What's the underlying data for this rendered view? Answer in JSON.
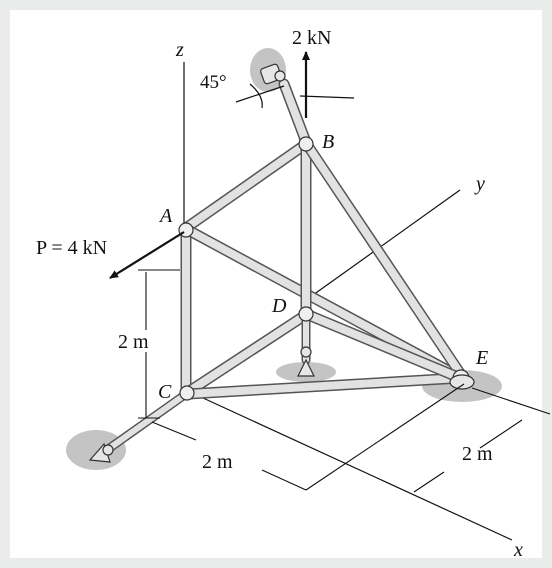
{
  "figure": {
    "labels": {
      "z": "z",
      "y": "y",
      "x": "x",
      "A": "A",
      "B": "B",
      "C": "C",
      "D": "D",
      "E": "E",
      "P_label": "P = 4 kN",
      "force_B": "2 kN",
      "angle": "45°",
      "dim_vertical": "2 m",
      "dim_x": "2 m",
      "dim_y": "2 m"
    },
    "colors": {
      "member": "#d6d6d6",
      "member_edge": "#555555",
      "shadow": "#c8c8c8",
      "ink": "#111111",
      "background_watermark": "#e9ecea"
    }
  }
}
